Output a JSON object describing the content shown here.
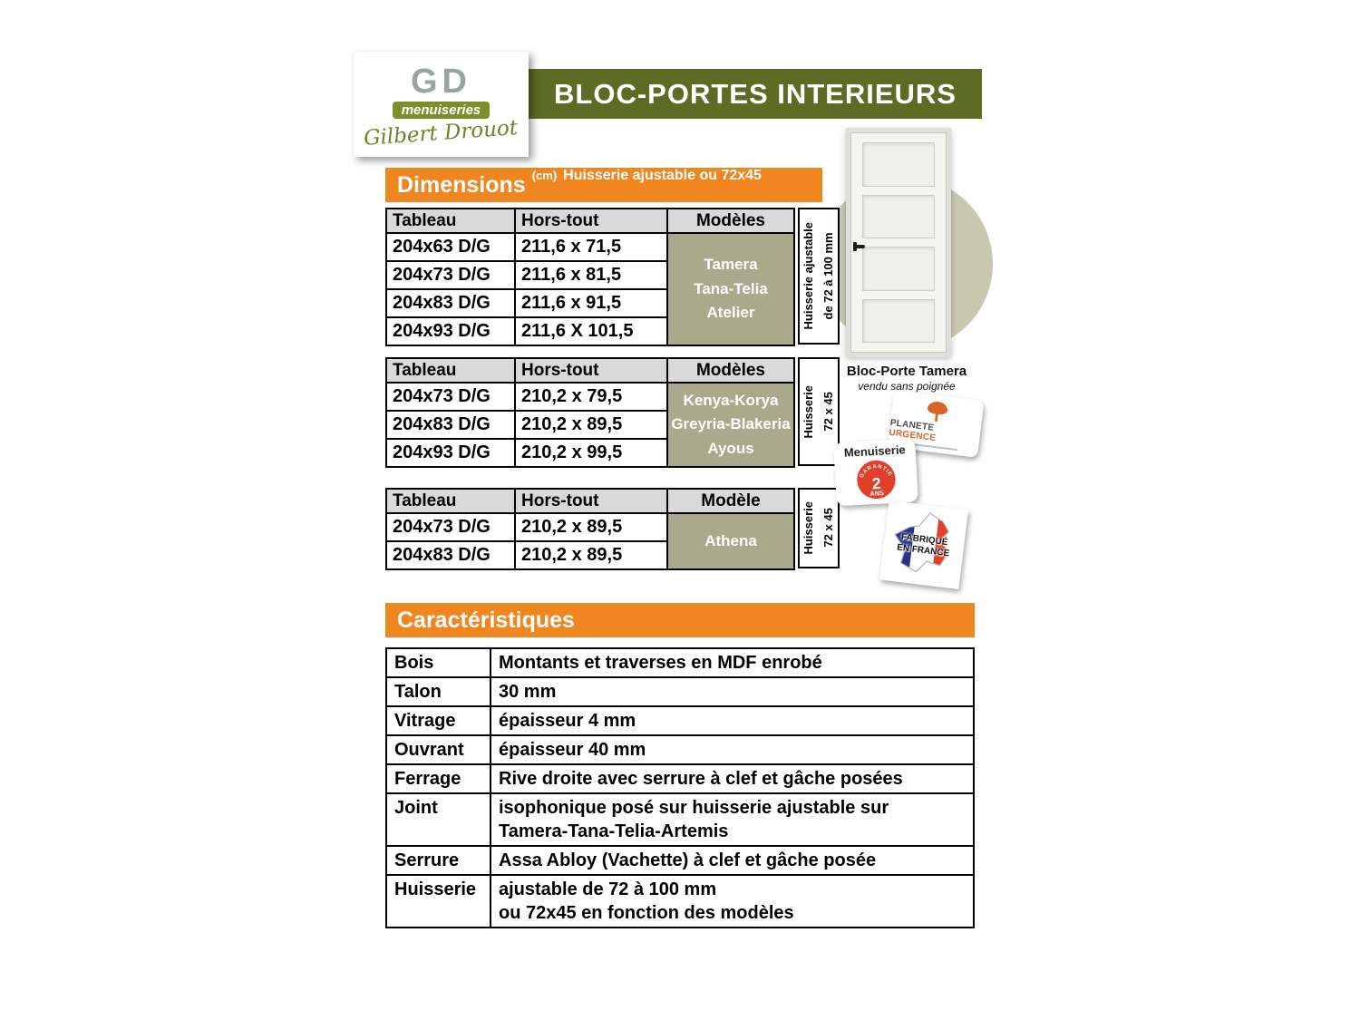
{
  "header": {
    "title": "BLOC-PORTES INTERIEURS",
    "logo": {
      "initials": "GD",
      "brand": "menuiseries",
      "signature": "Gilbert Drouot"
    }
  },
  "colors": {
    "olive_banner": "#5d6b24",
    "orange_banner": "#f0861f",
    "model_cell": "#a9aa8b",
    "header_gray": "#d9d9d9",
    "badge_red": "#e23f2b",
    "france_blue": "#27348b",
    "circle_sage": "#c8c8ae"
  },
  "dimensions": {
    "title": "Dimensions",
    "unit": "(cm)",
    "subtitle": "Huisserie ajustable ou 72x45",
    "tables": [
      {
        "col_headers": [
          "Tableau",
          "Hors-tout"
        ],
        "model_header": "Modèles",
        "rows": [
          [
            "204x63 D/G",
            "211,6 x 71,5"
          ],
          [
            "204x73 D/G",
            "211,6 x 81,5"
          ],
          [
            "204x83 D/G",
            "211,6 x 91,5"
          ],
          [
            "204x93 D/G",
            "211,6 X 101,5"
          ]
        ],
        "models": [
          "Tamera",
          "Tana-Telia",
          "Atelier"
        ],
        "side_label": [
          "Huisserie ajustable",
          "de 72 à 100 mm"
        ]
      },
      {
        "col_headers": [
          "Tableau",
          "Hors-tout"
        ],
        "model_header": "Modèles",
        "rows": [
          [
            "204x73 D/G",
            "210,2 x 79,5"
          ],
          [
            "204x83 D/G",
            "210,2 x 89,5"
          ],
          [
            "204x93 D/G",
            "210,2 x 99,5"
          ]
        ],
        "models": [
          "Kenya-Korya",
          "Greyria-Blakeria",
          "Ayous"
        ],
        "side_label": [
          "Huisserie",
          "72 x 45"
        ]
      },
      {
        "col_headers": [
          "Tableau",
          "Hors-tout"
        ],
        "model_header": "Modèle",
        "rows": [
          [
            "204x73 D/G",
            "210,2 x 89,5"
          ],
          [
            "204x83 D/G",
            "210,2 x 89,5"
          ]
        ],
        "models": [
          "Athena"
        ],
        "side_label": [
          "Huisserie",
          "72 x 45"
        ]
      }
    ]
  },
  "door": {
    "caption_title": "Bloc-Porte Tamera",
    "caption_sub": "vendu sans poignée"
  },
  "badges": {
    "planete": {
      "line1": "PLANETE",
      "line2": "URGENCE"
    },
    "garantie": {
      "brand": "Menuiserie",
      "arc": "GARANTIE",
      "number": "2",
      "unit": "ANS"
    },
    "france": {
      "line1": "FABRIQUÉ",
      "line2": "EN FRANCE"
    }
  },
  "caracteristiques": {
    "title": "Caractéristiques",
    "rows": [
      {
        "label": "Bois",
        "value": "Montants et traverses en MDF enrobé"
      },
      {
        "label": "Talon",
        "value": "30 mm"
      },
      {
        "label": "Vitrage",
        "value": "épaisseur 4 mm"
      },
      {
        "label": "Ouvrant",
        "value": "épaisseur 40 mm"
      },
      {
        "label": "Ferrage",
        "value": "Rive droite avec serrure à clef et gâche posées"
      },
      {
        "label": "Joint",
        "value": "isophonique posé sur huisserie ajustable sur\nTamera-Tana-Telia-Artemis"
      },
      {
        "label": "Serrure",
        "value": "Assa Abloy (Vachette) à clef et gâche posée"
      },
      {
        "label": "Huisserie",
        "value": "ajustable de 72 à 100 mm\nou 72x45 en fonction des modèles"
      }
    ]
  }
}
